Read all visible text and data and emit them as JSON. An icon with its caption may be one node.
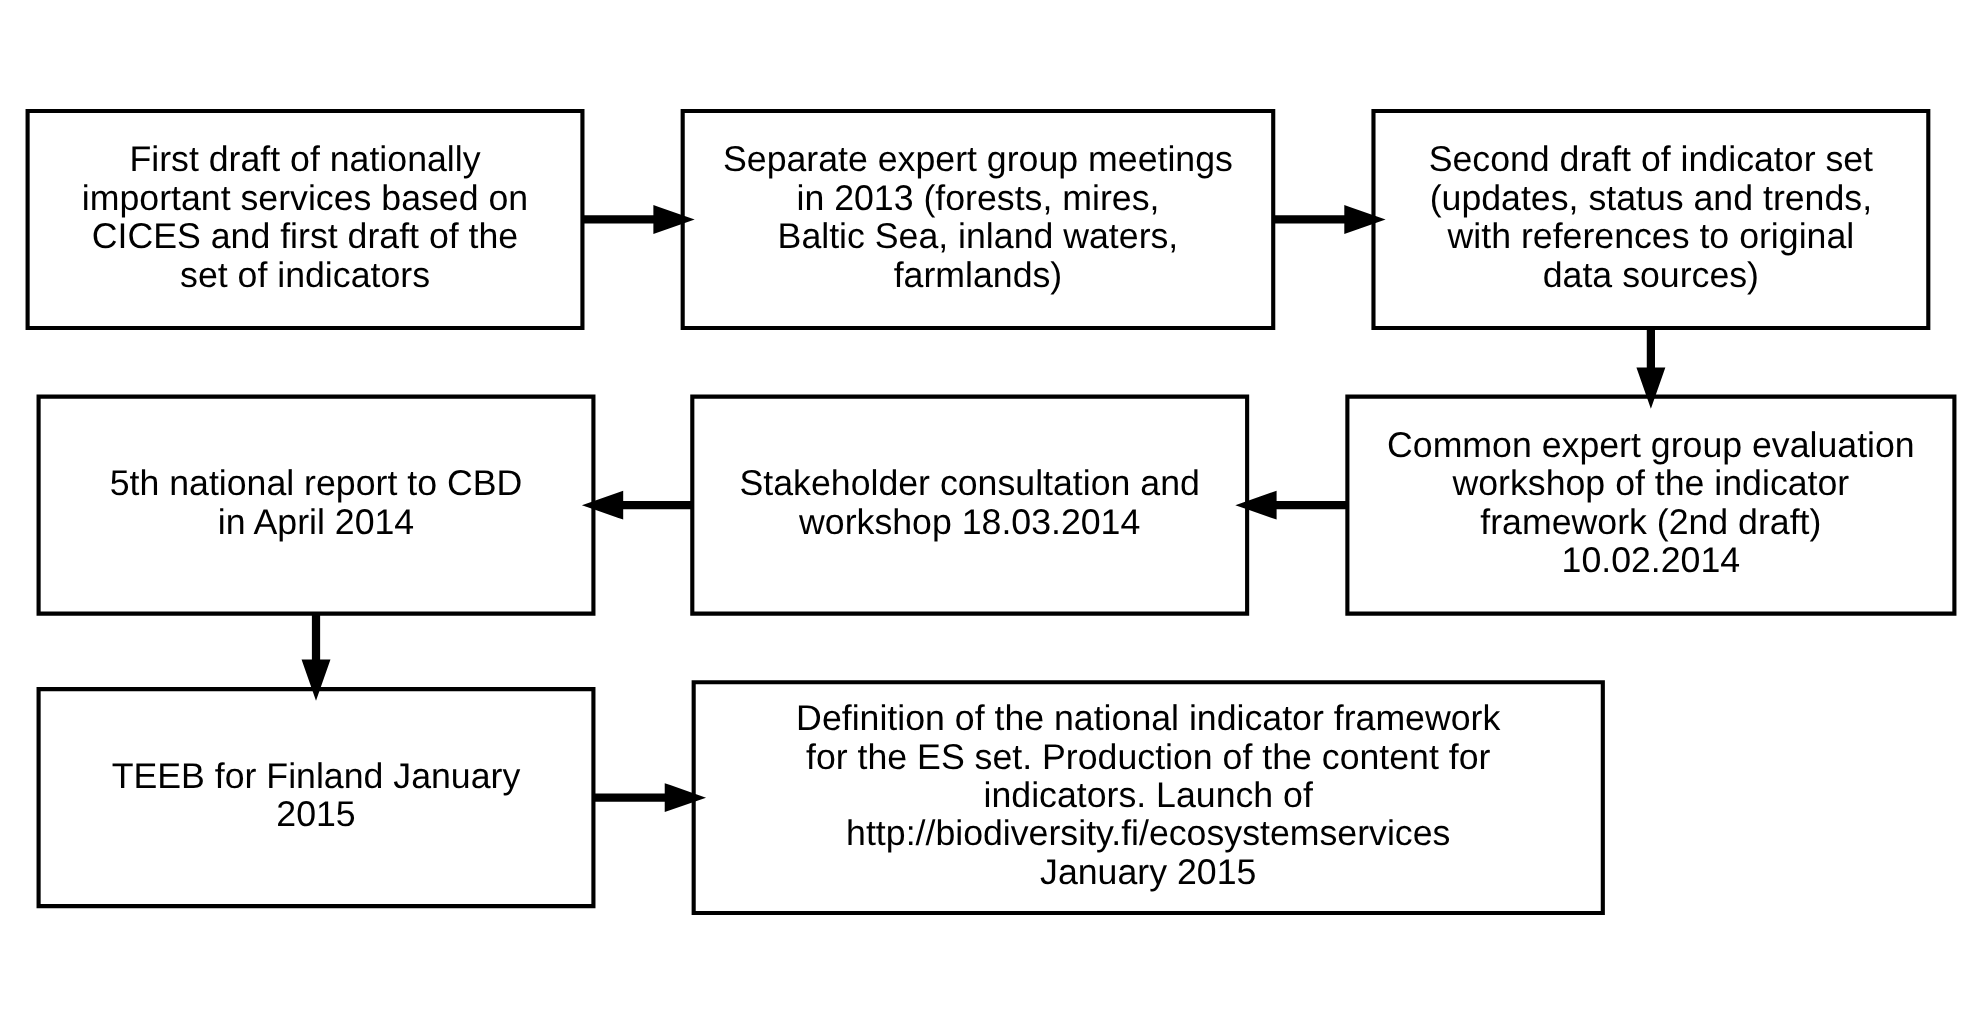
{
  "diagram": {
    "nodes": [
      {
        "text": [
          "First draft of nationally important services based on CICES and first draft of the set of indicators"
        ]
      },
      {
        "text": [
          "Separate expert group meetings in 2013 (forests, mires, Baltic Sea, inland waters, farmlands)"
        ]
      },
      {
        "text": [
          "Second draft of indicator set (updates, status and trends, with references to original data sources)"
        ]
      },
      {
        "text": [
          "Common expert group evaluation workshop of the indicator framework (2nd draft) 10.02.2014"
        ]
      },
      {
        "text": [
          "Stakeholder consultation and workshop 18.03.2014"
        ]
      },
      {
        "text": [
          "5th national report to CBD in April 2014"
        ]
      },
      {
        "text": [
          "TEEB for Finland January 2015"
        ]
      },
      {
        "text": [
          "Definition of the national indicator framework for the ES set. Production of the content for indicators. Launch of http://biodiversity.fi/ecosystemservices January 2015"
        ]
      }
    ],
    "edges": [
      {
        "from": 0,
        "to": 1,
        "arrow": "to"
      },
      {
        "from": 1,
        "to": 2,
        "arrow": "to"
      },
      {
        "from": 2,
        "to": 3,
        "arrow": "to"
      },
      {
        "from": 3,
        "to": 4,
        "arrow": "to"
      },
      {
        "from": 4,
        "to": 5,
        "arrow": "to"
      },
      {
        "from": 5,
        "to": 6,
        "arrow": "to"
      },
      {
        "from": 6,
        "to": 7,
        "arrow": "to"
      }
    ]
  }
}
